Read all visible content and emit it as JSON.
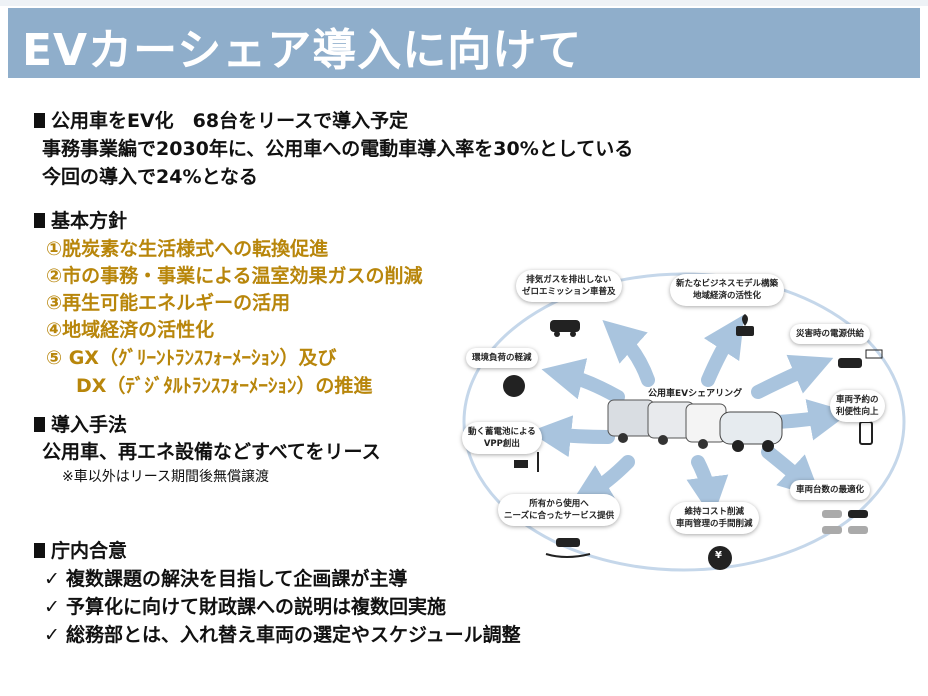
{
  "title": "EVカーシェア導入に向けて",
  "sections": {
    "s1": {
      "heading": "公用車をEV化　68台をリースで導入予定",
      "lines": [
        "事務事業編で2030年に、公用車への電動車導入率を30%としている",
        "今回の導入で24%となる"
      ]
    },
    "s2": {
      "heading": "基本方針",
      "items": [
        "①脱炭素な生活様式への転換促進",
        "②市の事務・事業による温室効果ガスの削減",
        "③再生可能エネルギーの活用",
        "④地域経済の活性化",
        "⑤  GX（ｸﾞﾘｰﾝﾄﾗﾝｽﾌｫｰﾒｰｼｮﾝ）及び",
        "DX（ﾃﾞｼﾞﾀﾙﾄﾗﾝｽﾌｫｰﾒｰｼｮﾝ）の推進"
      ]
    },
    "s3": {
      "heading": "導入手法",
      "line": "公用車、再エネ設備などすべてをリース",
      "note": "※車以外はリース期間後無償譲渡"
    },
    "s4": {
      "heading": "庁内合意",
      "check": "✓",
      "items": [
        "複数課題の解決を目指して企画課が主導",
        "予算化に向けて財政課への説明は複数回実施",
        "総務部とは、入れ替え車両の選定やスケジュール調整"
      ]
    }
  },
  "diagram": {
    "center": "公用車EVシェアリング",
    "p1a": "排気ガスを排出しない",
    "p1b": "ゼロエミッション車普及",
    "p2a": "新たなビジネスモデル構築",
    "p2b": "地域経済の活性化",
    "p3": "災害時の電源供給",
    "p4a": "車両予約の",
    "p4b": "利便性向上",
    "p5": "車両台数の最適化",
    "p6a": "維持コスト削減",
    "p6b": "車両管理の手間削減",
    "p7a": "所有から使用へ",
    "p7b": "ニーズに合ったサービス提供",
    "p8a": "動く蓄電池による",
    "p8b": "VPP創出",
    "p9": "環境負荷の軽減",
    "yen": "¥"
  },
  "colors": {
    "titlebar": "#8faecb",
    "gold": "#b8860b",
    "arrow": "#a9c4de",
    "ring": "#c5d7ea"
  }
}
